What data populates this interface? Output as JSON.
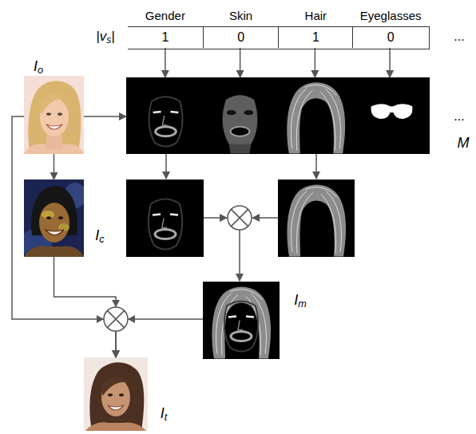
{
  "diagram": {
    "nodes": [
      {
        "text": [
          "|vs|"
        ]
      },
      {
        "text": [
          "Gender",
          "1"
        ],
        "in": 0
      },
      {
        "text": [
          "Skin",
          "0"
        ],
        "in": 0
      },
      {
        "text": [
          "Hair",
          "1"
        ],
        "in": 0
      },
      {
        "text": [
          "Eyeglasses",
          "0"
        ],
        "in": 0
      },
      {
        "text": [
          "Io"
        ]
      },
      {
        "text": [
          "M"
        ]
      },
      {
        "text": [
          "Ic"
        ]
      },
      {
        "text": [
          "Im"
        ]
      },
      {
        "text": [
          "It"
        ]
      }
    ],
    "edges": [
      {
        "from": 1,
        "to": 6,
        "arrow": "to"
      },
      {
        "from": 2,
        "to": 6,
        "arrow": "to"
      },
      {
        "from": 3,
        "to": 6,
        "arrow": "to"
      },
      {
        "from": 4,
        "to": 6,
        "arrow": "to"
      },
      {
        "from": 5,
        "to": 6,
        "arrow": "to"
      },
      {
        "from": 5,
        "to": 7,
        "arrow": "to"
      },
      {
        "from": 5,
        "to": 9,
        "arrow": "to"
      },
      {
        "from": 7,
        "to": 9,
        "arrow": "to"
      },
      {
        "from": 8,
        "to": 9,
        "arrow": "to"
      }
    ],
    "labels": [
      "...",
      "..."
    ]
  }
}
